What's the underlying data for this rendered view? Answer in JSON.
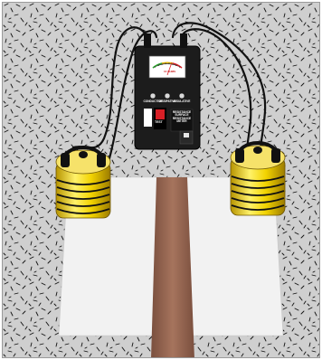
{
  "meter": {
    "dial_scale_label": "10 OHMS",
    "terminal_labels": [
      "CONDUCTIVE",
      "DISSIPATIVE",
      "INSULATIVE"
    ],
    "test_button_label": "TEST",
    "mode_labels": [
      "RESISTANCE",
      "SURFACE",
      "RESISTANCE",
      "METER"
    ]
  },
  "colors": {
    "background": "#cfcfcf",
    "paper": "#f2f2f2",
    "copper_strip": "#9b6a54",
    "electrode_yellow": "#f2d300",
    "meter_body": "#1c1c1c",
    "test_button": "#d81f26",
    "cable": "#111111"
  }
}
